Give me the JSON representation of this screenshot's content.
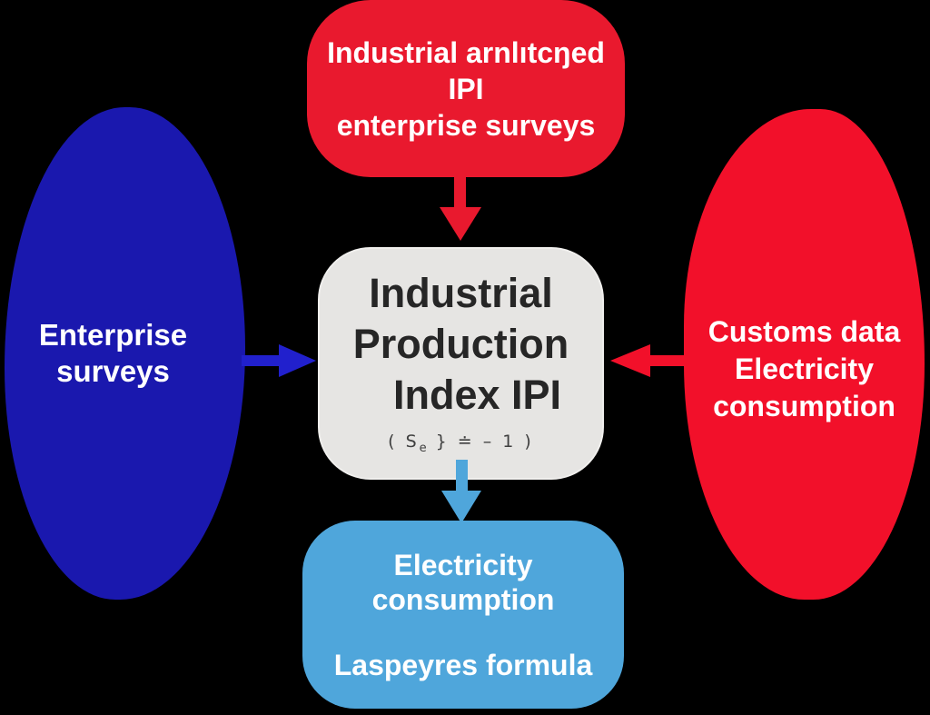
{
  "theme": {
    "bg": "#000000",
    "red": "#e9192e",
    "redBright": "#f2102a",
    "blue": "#1a18ae",
    "blueBright": "#2120cd",
    "lightblue": "#4fa6db",
    "gray": "#e6e5e3",
    "ink": "#262626",
    "textLight": "#ffffff"
  },
  "diagram": {
    "nodes": {
      "top_source": {
        "line1": "Industrial arnlıtcŋed",
        "line2": "IPI",
        "line3": "enterprise surveys"
      },
      "left_source": {
        "line1": "Enterprise",
        "line2": "surveys"
      },
      "right_source": {
        "line1": "Customs data",
        "line2": "Electricity",
        "line3": "consumption"
      },
      "center": {
        "line1": "Industrial",
        "line2": "Production",
        "line3": "Index IPI",
        "formula_open": "( S",
        "formula_sub": "e",
        "formula_rest": " } ≐ – 1 )"
      },
      "bottom_target": {
        "line1": "Electricity",
        "line2": "consumption",
        "line3": "Laspeyres formula"
      }
    },
    "connections": [
      {
        "from": "top_source",
        "to": "center",
        "color": "#e9192e",
        "direction": "down"
      },
      {
        "from": "left_source",
        "to": "center",
        "color": "#2120cd",
        "direction": "right"
      },
      {
        "from": "right_source",
        "to": "center",
        "color": "#f2102a",
        "direction": "left"
      },
      {
        "from": "center",
        "to": "bottom_target",
        "color": "#4fa6db",
        "direction": "down"
      }
    ]
  }
}
